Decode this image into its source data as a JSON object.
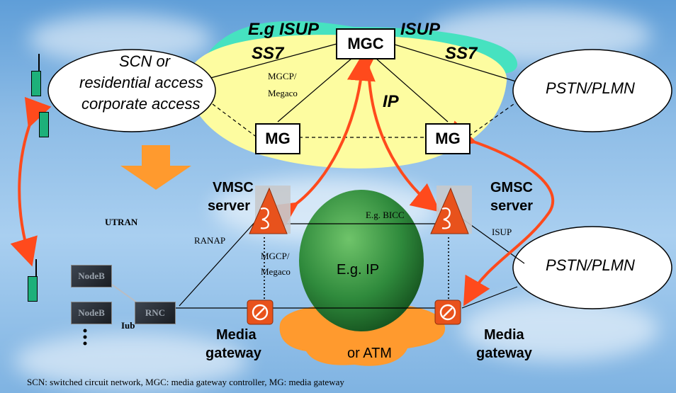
{
  "labels": {
    "eg_isup": "E.g ISUP",
    "ss7_left": "SS7",
    "isup_top": "ISUP",
    "ss7_right": "SS7",
    "mgc": "MGC",
    "mgcp_top_l1": "MGCP/",
    "mgcp_top_l2": "Megaco",
    "ip": "IP",
    "mg_left": "MG",
    "mg_right": "MG",
    "scn_l1": "SCN or",
    "scn_l2": "residential access",
    "scn_l3": "corporate access",
    "pstn_top": "PSTN/PLMN",
    "pstn_bottom": "PSTN/PLMN",
    "vmsc_l1": "VMSC",
    "vmsc_l2": "server",
    "gmsc_l1": "GMSC",
    "gmsc_l2": "server",
    "utran": "UTRAN",
    "ranap": "RANAP",
    "eg_bicc": "E.g. BICC",
    "isup_right": "ISUP",
    "mgcp_mid_l1": "MGCP/",
    "mgcp_mid_l2": "Megaco",
    "eg_ip": "E.g. IP",
    "or_atm": "or ATM",
    "nodeb_1": "NodeB",
    "nodeb_2": "NodeB",
    "rnc": "RNC",
    "iub": "Iub",
    "media_gw_left_l1": "Media",
    "media_gw_left_l2": "gateway",
    "media_gw_right_l1": "Media",
    "media_gw_right_l2": "gateway",
    "footnote": "SCN: switched circuit network, MGC: media gateway controller, MG: media gateway"
  },
  "colors": {
    "arrow": "#ff4a1c",
    "ip_cloud": "#fdfca0",
    "ss7_band": "#46e2c0",
    "ip_sphere": "#2f8a3c",
    "atm_blob": "#ff9a2e",
    "big_arrow": "#ff9a2e",
    "server_orange": "#e8521c",
    "handset": "#1db07a"
  }
}
